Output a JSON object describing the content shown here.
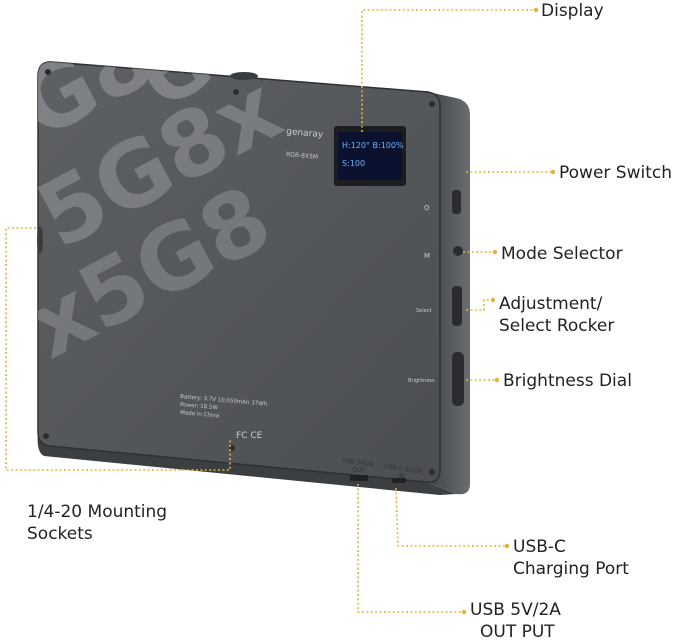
{
  "device": {
    "brand": "genaray",
    "model": "RGB-8X5M",
    "display": {
      "line1": "H:120°  B:100%",
      "line2": "S:100"
    },
    "specs": [
      "Battery: 3.7V 10,050mAh 37Wh",
      "Power: 18.5W",
      "Made in China"
    ],
    "button_labels": {
      "power": "O",
      "mode": "M",
      "select": "Select",
      "brightness": "Brightness"
    },
    "port_labels": {
      "usb_out": [
        "USB 5V/2A",
        "OUT"
      ],
      "usb_c": [
        "USB-C 5V/2A",
        "IN"
      ]
    },
    "cert_marks": "FC  CE"
  },
  "callouts": {
    "display": "Display",
    "power_switch": "Power Switch",
    "mode_selector": "Mode Selector",
    "rocker": [
      "Adjustment/",
      "Select Rocker"
    ],
    "brightness_dial": "Brightness Dial",
    "mounting": [
      "1/4-20 Mounting",
      "Sockets"
    ],
    "usbc": [
      "USB-C",
      "Charging Port"
    ],
    "usb_out": [
      "USB 5V/2A",
      "OUT PUT"
    ]
  },
  "colors": {
    "leader_line": "#e3b23c",
    "body": "#55585b",
    "display_bg": "#0b1230",
    "display_text": "#6fb3ff"
  }
}
